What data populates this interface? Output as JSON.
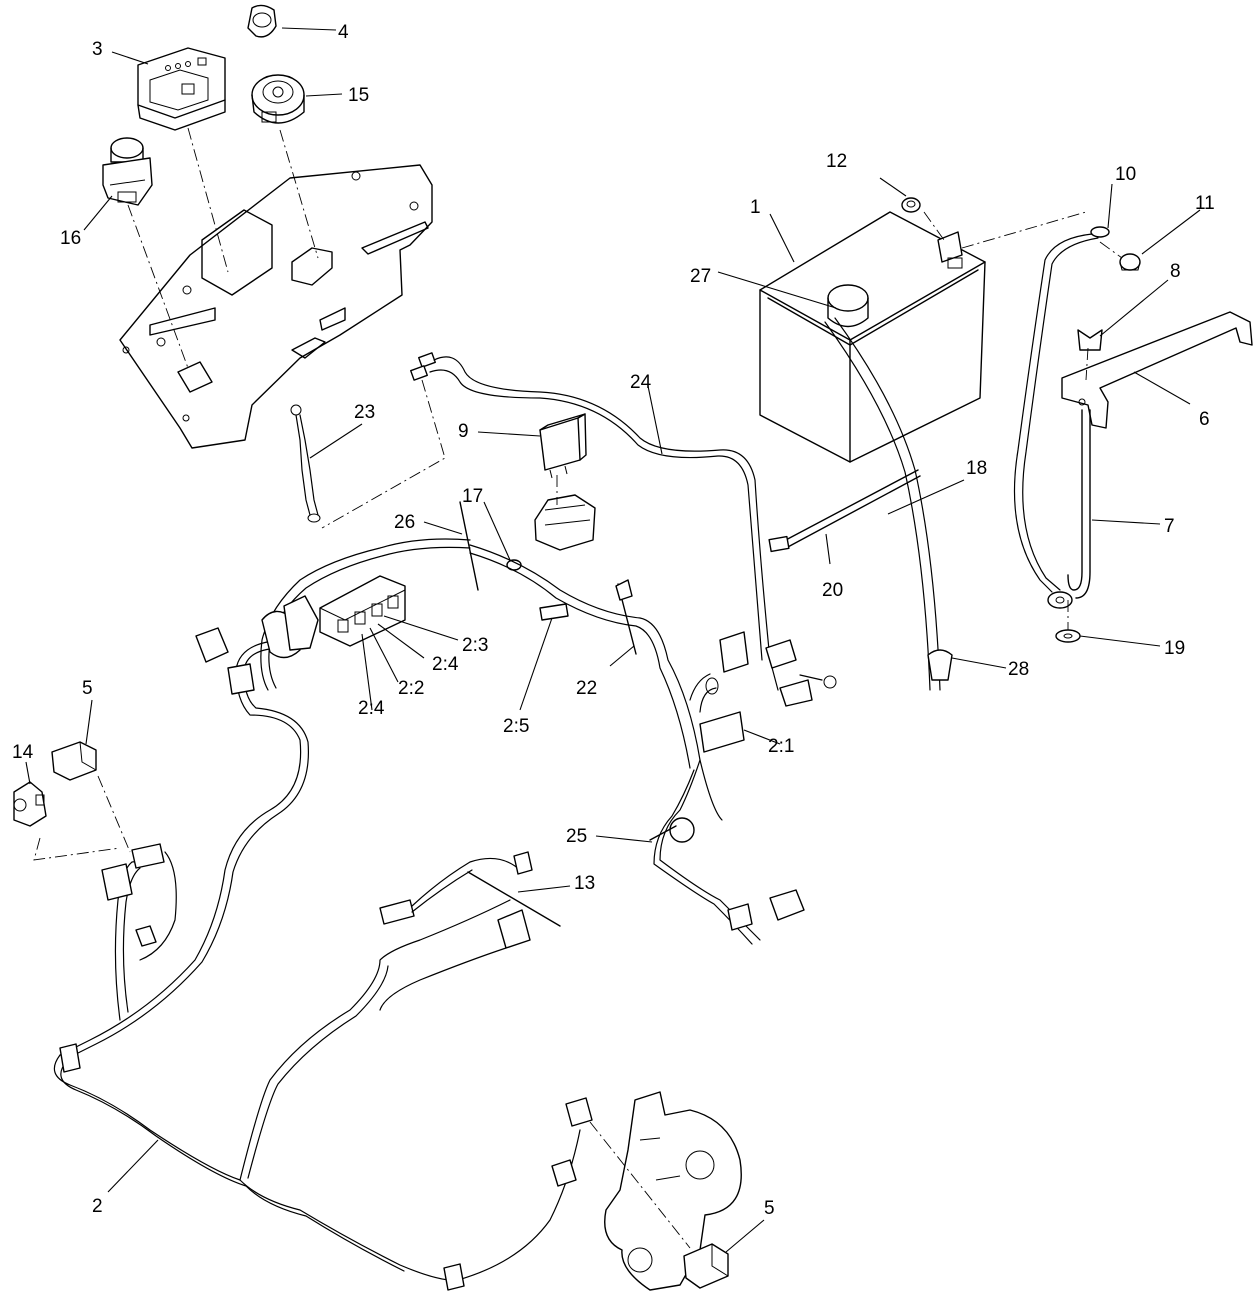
{
  "diagram": {
    "callouts": {
      "c1": "1",
      "c2": "2",
      "c2_1": "2:1",
      "c2_2": "2:2",
      "c2_3": "2:3",
      "c2_4a": "2:4",
      "c2_4b": "2:4",
      "c2_5": "2:5",
      "c3": "3",
      "c4": "4",
      "c5a": "5",
      "c5b": "5",
      "c6": "6",
      "c7": "7",
      "c8": "8",
      "c9": "9",
      "c10": "10",
      "c11": "11",
      "c12": "12",
      "c13": "13",
      "c14": "14",
      "c15": "15",
      "c16": "16",
      "c17": "17",
      "c18": "18",
      "c19": "19",
      "c20": "20",
      "c22": "22",
      "c23": "23",
      "c24": "24",
      "c25": "25",
      "c26": "26",
      "c27": "27",
      "c28": "28"
    }
  }
}
